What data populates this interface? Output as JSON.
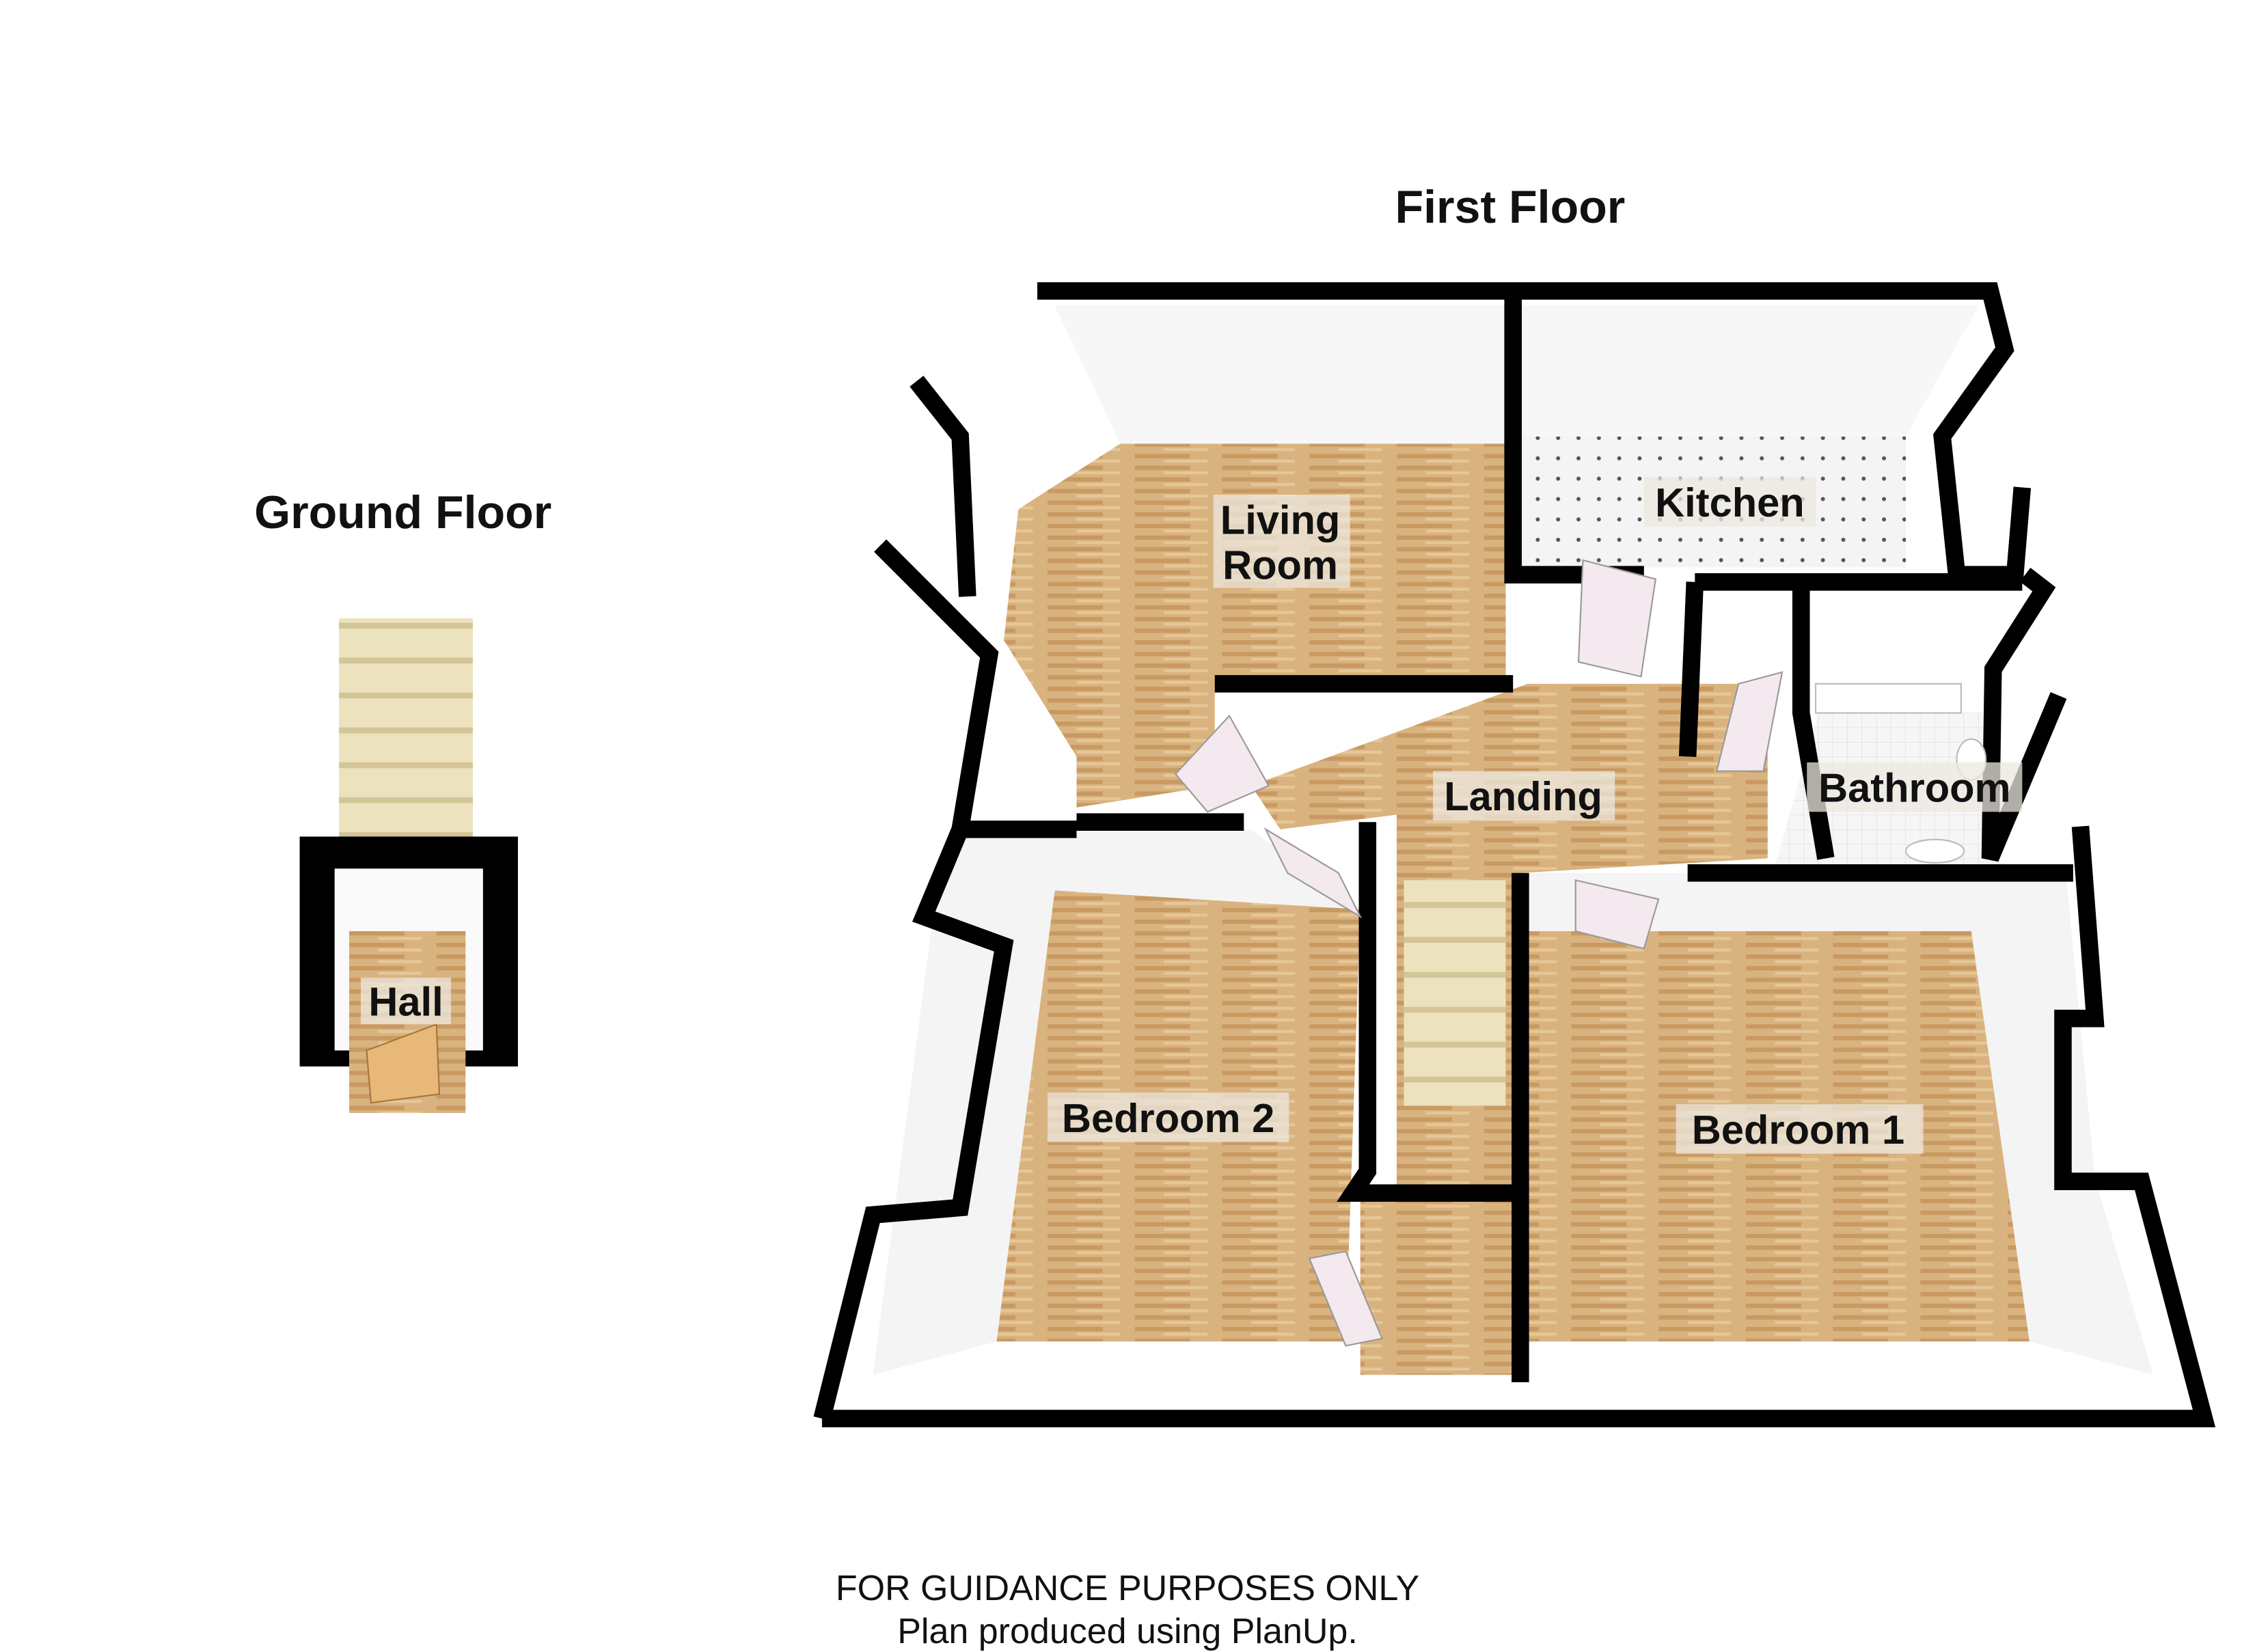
{
  "titles": {
    "ground_floor": "Ground Floor",
    "first_floor": "First Floor"
  },
  "rooms": {
    "hall": "Hall",
    "living_room_line1": "Living",
    "living_room_line2": "Room",
    "kitchen": "Kitchen",
    "landing": "Landing",
    "bathroom": "Bathroom",
    "bedroom_1": "Bedroom 1",
    "bedroom_2": "Bedroom 2"
  },
  "footer": {
    "line1": "FOR GUIDANCE PURPOSES ONLY",
    "line2": "Plan produced using PlanUp."
  },
  "colors": {
    "wall": "#000000",
    "wood": "#d7b07c",
    "tile": "#f3f3f3",
    "stair": "#e9ddb0"
  }
}
